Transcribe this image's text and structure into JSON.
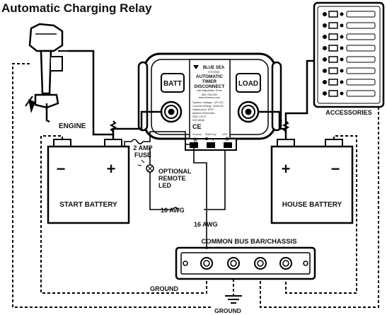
{
  "title": "Automatic Charging Relay",
  "labels": {
    "engine": "ENGINE",
    "accessories": "ACCESSORIES",
    "fuse_line1": "2 AMP",
    "fuse_line2": "FUSE",
    "led_line1": "OPTIONAL",
    "led_line2": "REMOTE",
    "led_line3": "LED",
    "awg_a": "16 AWG",
    "awg_b": "16 AWG",
    "start_battery": "START BATTERY",
    "house_battery": "HOUSE BATTERY",
    "bus_bar": "COMMON BUS BAR/CHASSIS",
    "ground_left": "GROUND",
    "ground_bottom": "GROUND"
  },
  "device": {
    "brand": "BLUE SEA",
    "brand_sub": "SYSTEMS",
    "name_line1": "AUTOMATIC",
    "name_line2": "TIMER",
    "name_line3": "DISCONNECT",
    "name_sub": "with Adjustable Timer",
    "part_number": "(55) 7814159",
    "website": "www.bluesea.com",
    "spec1": "System Voltage: 12V DC",
    "spec2": "Current Rating: 120A DC",
    "spec3": "Waterproof: IP67",
    "spec4": "Ignition Protected",
    "spec5": "SAE J1171",
    "spec6": "ISO 8846",
    "batt_label": "BATT",
    "load_label": "LOAD",
    "ce_mark": "CE",
    "term_ground": "Ground",
    "term_start": "Start Key",
    "term_led": "LED"
  },
  "battery_symbols": {
    "minus": "−",
    "plus": "+"
  }
}
